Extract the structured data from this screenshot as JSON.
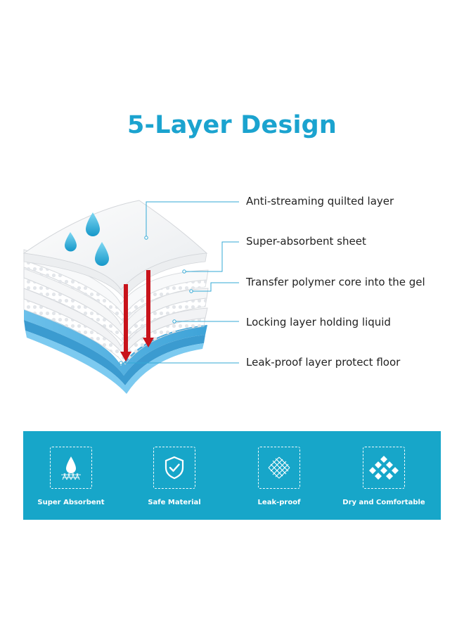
{
  "title": "5-Layer Design",
  "layers": [
    {
      "label": "Anti-streaming quilted layer"
    },
    {
      "label": "Super-absorbent sheet"
    },
    {
      "label": "Transfer polymer core into the gel"
    },
    {
      "label": "Locking layer holding liquid"
    },
    {
      "label": "Leak-proof layer protect floor"
    }
  ],
  "features": [
    {
      "label": "Super Absorbent",
      "icon": "droplet-icon"
    },
    {
      "label": "Safe Material",
      "icon": "shield-check-icon"
    },
    {
      "label": "Leak-proof",
      "icon": "mesh-icon"
    },
    {
      "label": "Dry and Comfortable",
      "icon": "diamond-grid-icon"
    }
  ],
  "colors": {
    "accent": "#1ba3cf",
    "band": "#17a6c9",
    "arrow": "#c8131b",
    "bottom_layer": "#5fb8e4",
    "leader_line": "#33a9d6"
  }
}
